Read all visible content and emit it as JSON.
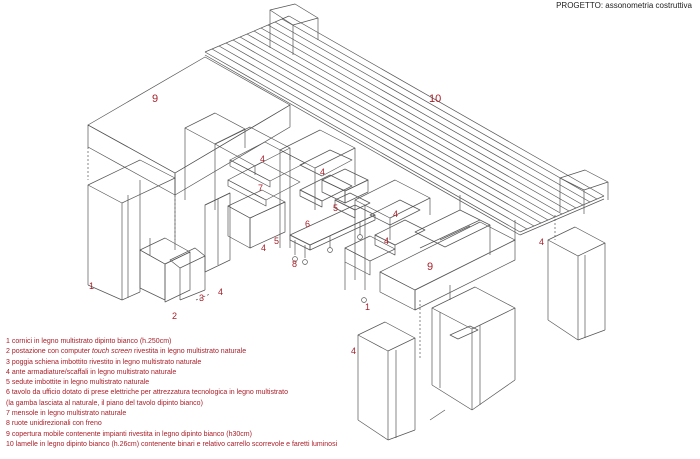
{
  "header": {
    "title": "PROGETTO: assonometria costruttiva"
  },
  "accent_color": "#a8202a",
  "line_color": "#555555",
  "callouts": [
    "9",
    "10",
    "4",
    "7",
    "4",
    "5",
    "6",
    "4",
    "5",
    "8",
    "4",
    "4",
    "9",
    "1",
    "2",
    "3",
    "4",
    "1",
    "4",
    "4"
  ],
  "legend": [
    {
      "text": "1 cornici in legno multistrato dipinto bianco (h.250cm)"
    },
    {
      "before": "2 postazione con computer ",
      "italic": "touch screen",
      "after": " rivestita in legno multistrato naturale"
    },
    {
      "text": "3 poggia schiena imbottito rivestito in legno multistrato naturale"
    },
    {
      "text": "4 ante armadiature/scaffali in legno multistrato naturale"
    },
    {
      "text": "5 sedute imbottite in legno multistrato naturale"
    },
    {
      "text": "6 tavolo da ufficio dotato di prese elettriche per attrezzatura tecnologica in legno multistrato"
    },
    {
      "text": "(la gamba lasciata al naturale, il piano del tavolo dipinto bianco)"
    },
    {
      "text": "7 mensole in legno multistrato naturale"
    },
    {
      "text": "8 ruote unidirezionali con freno"
    },
    {
      "text": "9 copertura mobile contenente impianti rivestita in legno dipinto bianco (h30cm)"
    },
    {
      "text": "10 lamelle in legno dipinto bianco (h.26cm) contenente binari e relativo carrello scorrevole e faretti luminosi"
    }
  ]
}
